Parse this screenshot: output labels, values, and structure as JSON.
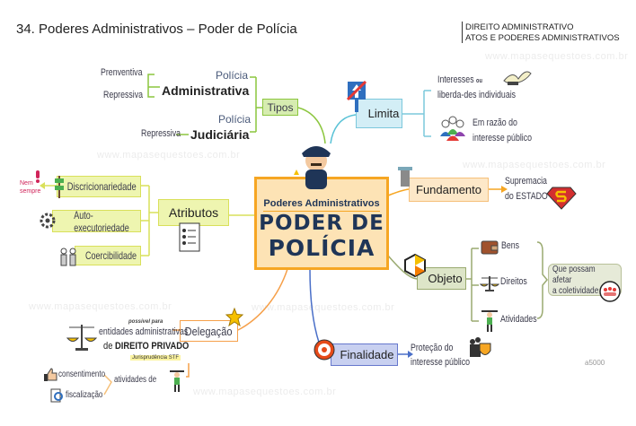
{
  "header": {
    "title": "34. Poderes Administrativos – Poder de Polícia",
    "subject": "DIREITO ADMINISTRATIVO",
    "topic": "ATOS E PODERES ADMINISTRATIVOS"
  },
  "watermark": "www.mapasequestoes.com.br",
  "code": "a5000",
  "center": {
    "subtitle": "Poderes Administrativos",
    "line1": "PODER DE",
    "line2": "POLÍCIA"
  },
  "tipos": {
    "label": "Tipos",
    "administrativa": {
      "prefix": "Polícia",
      "name": "Administrativa",
      "items": [
        "Prenventiva",
        "Repressiva"
      ]
    },
    "judiciaria": {
      "prefix": "Polícia",
      "name": "Judiciária",
      "items": [
        "Repressiva"
      ]
    }
  },
  "limita": {
    "label": "Limita",
    "item1_line1": "Interesses",
    "item1_ou": "ou",
    "item1_line2": "liberda-des individuais",
    "item2_line1": "Em razão do",
    "item2_line2": "interesse público"
  },
  "fundamento": {
    "label": "Fundamento",
    "line1": "Supremacia",
    "line2": "do ESTADO"
  },
  "atributos": {
    "label": "Atributos",
    "items": [
      "Discricionariedade",
      "Auto-executoriedade",
      "Coercibilidade"
    ],
    "note_line1": "Nem",
    "note_line2": "sempre"
  },
  "objeto": {
    "label": "Objeto",
    "items": [
      "Bens",
      "Direitos",
      "Atividades"
    ],
    "note_line1": "Que possam afetar",
    "note_line2": "a coletividade"
  },
  "finalidade": {
    "label": "Finalidade",
    "line1": "Proteção do",
    "line2": "interesse público"
  },
  "delegacao": {
    "label": "Delegação",
    "possivel": "possível para",
    "line1": "entidades administrativas",
    "line2_prefix": "de",
    "line2_bold": "DIREITO PRIVADO",
    "jurisprudencia": "Jurisprudência STF",
    "atividades": "atividades de",
    "items": [
      "consentimento",
      "fiscalização"
    ]
  },
  "colors": {
    "center_fill": "#fde3b5",
    "center_border": "#f6a623",
    "navy": "#1f3557",
    "tipos": "#8cc63f",
    "limita": "#7cc8dc",
    "fundamento": "#f6c07a",
    "atributos": "#d9e05a",
    "objeto": "#9aaa70",
    "finalidade": "#6677cc",
    "delegacao": "#f6a04a"
  }
}
